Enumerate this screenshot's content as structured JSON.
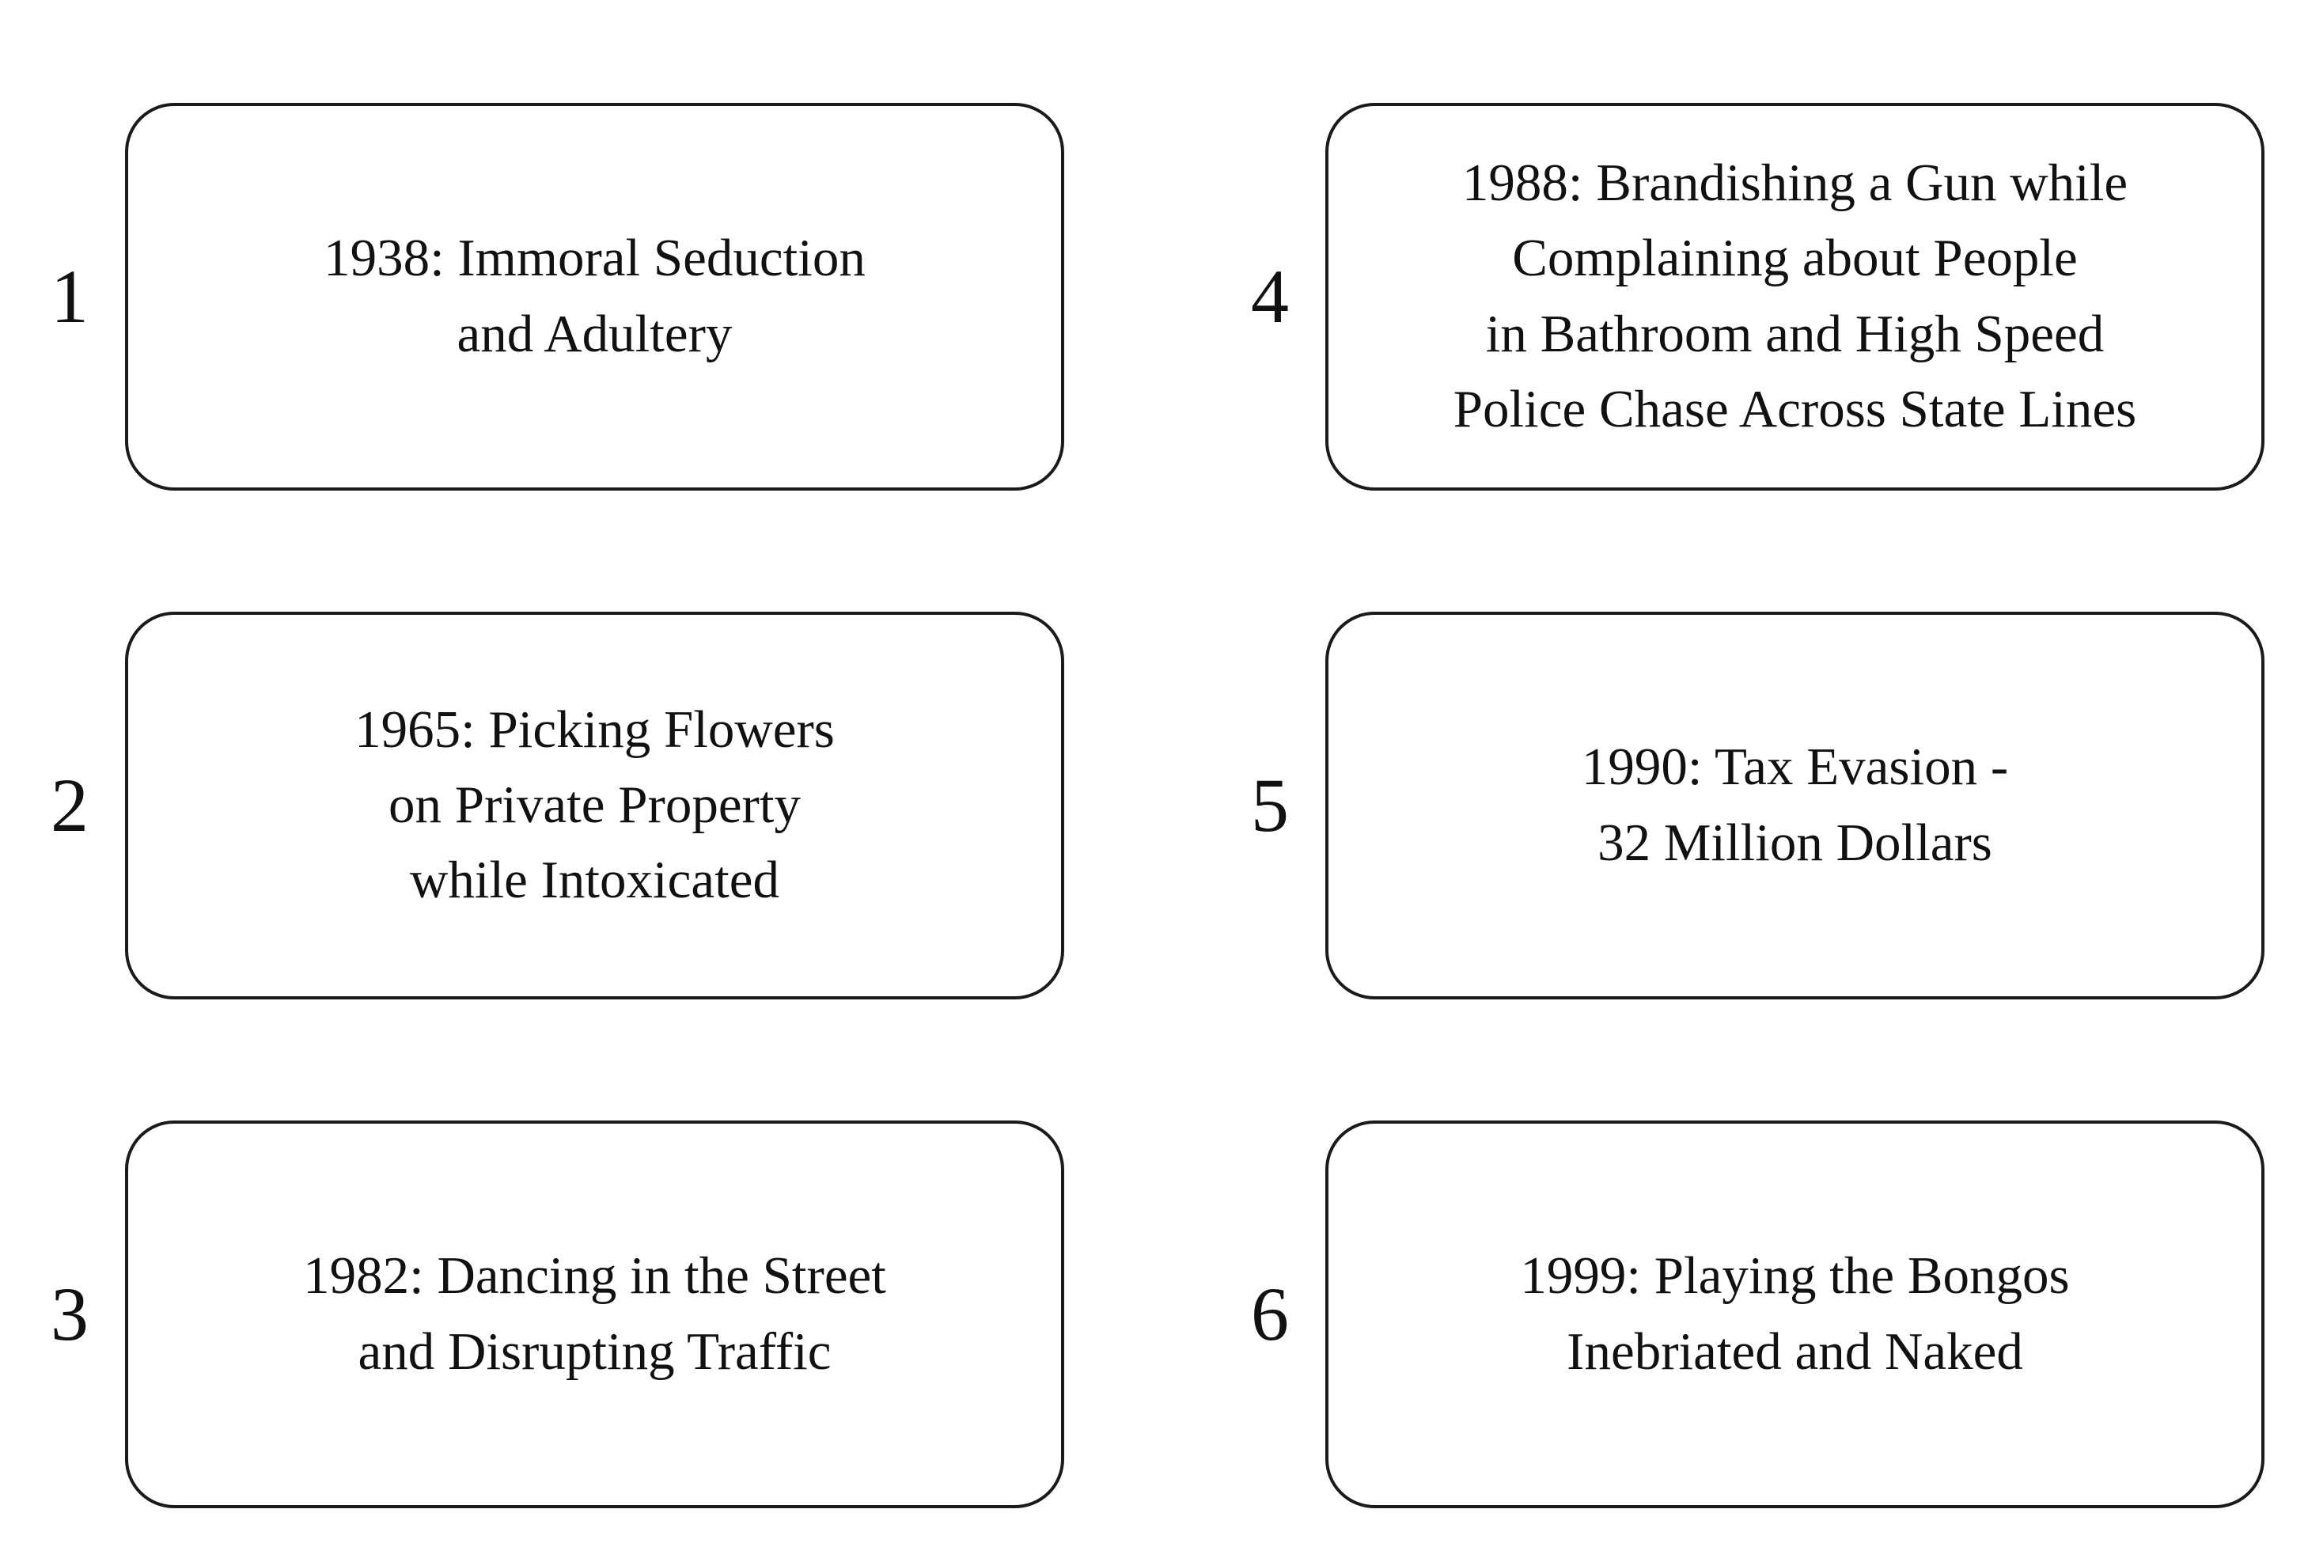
{
  "diagram": {
    "colors": {
      "border": "#1a1a1a",
      "background": "#ffffff",
      "text": "#111111"
    },
    "items": [
      {
        "number": "1",
        "text": "1938: Immoral Seduction\nand Adultery"
      },
      {
        "number": "2",
        "text": "1965: Picking Flowers\non Private Property\nwhile Intoxicated"
      },
      {
        "number": "3",
        "text": "1982: Dancing in the Street\nand Disrupting Traffic"
      },
      {
        "number": "4",
        "text": "1988: Brandishing a Gun while\nComplaining about People\nin Bathroom and High Speed\nPolice Chase Across State Lines"
      },
      {
        "number": "5",
        "text": "1990: Tax Evasion -\n32 Million Dollars"
      },
      {
        "number": "6",
        "text": "1999: Playing the Bongos\nInebriated and Naked"
      }
    ]
  }
}
